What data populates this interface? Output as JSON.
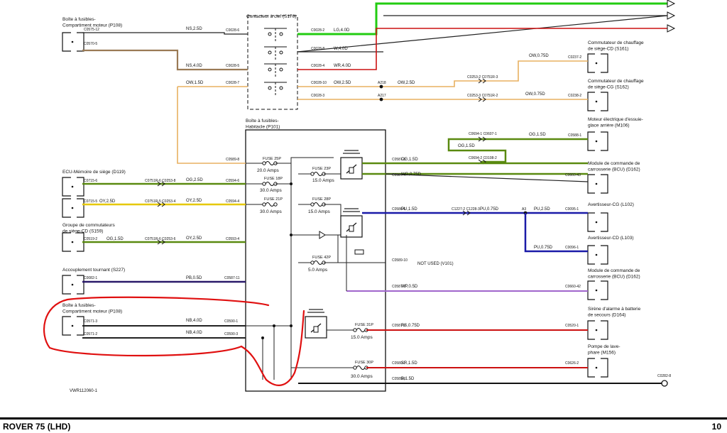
{
  "page": {
    "title": "ROVER 75 (LHD)",
    "page_number": "10",
    "diagram_ref": "VWR112060-1"
  },
  "colors": {
    "wire_default": "#222222",
    "wire_brown": "#9a7a55",
    "wire_red": "#cc1111",
    "wire_orange": "#e8b060",
    "wire_green": "#22cc11",
    "wire_olive": "#5a8a10",
    "wire_yellow": "#e6c800",
    "wire_blue": "#1a1aa8",
    "wire_purple": "#a066cc",
    "wire_black": "#111111",
    "annotation_red": "#e01010"
  },
  "components": {
    "left": [
      "Boîte à fusibles-\nCompartiment moteur (P108)",
      "ECU-Mémoire de siège (D119)",
      "Groupe de commutateurs\nde siège-CD (S159)",
      "Accouplement tournant (S227)",
      "Boîte à fusibles-\nCompartiment moteur (P108)"
    ],
    "center": [
      "Contacteur à clef (S176)",
      "Boîte à fusibles-\nHabitacle (P101)"
    ],
    "right": [
      "Commutateur de chauffage\nde siège-CD (S161)",
      "Commutateur de chauffage\nde siège-CG (S162)",
      "Moteur électrique d'essuie-\nglace arrière (M106)",
      "Module de commande de\ncarrosserie (BCU) (D162)",
      "Avertisseur-CG (L102)",
      "Avertisseur-CD (L103)",
      "Module de commande de\ncarrosserie (BCU) (D162)",
      "Sirène d'alarme à batterie\nde secours (D164)",
      "Pompe de lave-\nphare (M156)"
    ]
  },
  "fuses": [
    {
      "name": "FUSE 25P",
      "rating": "20.0 Amps"
    },
    {
      "name": "FUSE 23P",
      "rating": "15.0 Amps"
    },
    {
      "name": "FUSE 18P",
      "rating": "30.0 Amps"
    },
    {
      "name": "FUSE 28P",
      "rating": "15.0 Amps"
    },
    {
      "name": "FUSE 21P",
      "rating": "30.0 Amps"
    },
    {
      "name": "FUSE 42P",
      "rating": "5.0 Amps"
    },
    {
      "name": "FUSE 31P",
      "rating": "15.0 Amps"
    },
    {
      "name": "FUSE 30P",
      "rating": "30.0 Amps"
    }
  ],
  "wire_labels": [
    "NS,2.5D",
    "NS,4.0D",
    "OW,1.5D",
    "LG,4.0D",
    "W,4.0D",
    "WR,4.0D",
    "OW,2.5D",
    "OW,2.5D",
    "OW,0.75D",
    "OW,0.75D",
    "OG,1.5D",
    "OG,1.5D",
    "OG,2.5D",
    "OY,2.5D",
    "OY,2.5D",
    "OG,1.5D",
    "OY,2.5D",
    "OG,1.5D",
    "WG,0.75D",
    "PU,1.5D",
    "PU,0.75D",
    "PU,2.5D",
    "PU,0.75D",
    "PB,0.5D",
    "WP,0.5D",
    "NB,4.0D",
    "NB,4.0D",
    "RS,0.75D",
    "SR,1.5D",
    "B,1.5D"
  ],
  "connectors": [
    "C0575-12",
    "C0570-5",
    "C0028-6",
    "C0028-5",
    "C0028-7",
    "C0028-2",
    "C0028-8",
    "C0028-4",
    "C0028-10",
    "C0028-3",
    "A218",
    "A217",
    "C0253-2",
    "C0751R-3",
    "C0253-3",
    "C0751R-2",
    "C0237-2",
    "C0238-2",
    "C0694-1",
    "C0607-1",
    "C0694-2",
    "C0108-2",
    "C0588-1",
    "C0589-8",
    "C0587-8",
    "C0587-4",
    "C0660-43",
    "C0715-6",
    "C0751R-6",
    "C0253-8",
    "C0594-6",
    "C0715-5",
    "C0751R-5",
    "C0253-4",
    "C0594-4",
    "C0586-6",
    "C1227-2",
    "C1228-3",
    "A3",
    "C0095-1",
    "C0096-1",
    "C0519-2",
    "C0751R-6",
    "C0253-6",
    "C0593-4",
    "C0589-10",
    "C0082-1",
    "C0587-11",
    "C0587-2",
    "C0660-42",
    "C0571-3",
    "C0590-1",
    "C0571-2",
    "C0590-3",
    "C0587-9",
    "C0520-1",
    "C0580-1",
    "C0626-2",
    "C0589-9",
    "C0282-8"
  ],
  "notes": {
    "not_used": "NOT USED (V101)"
  }
}
